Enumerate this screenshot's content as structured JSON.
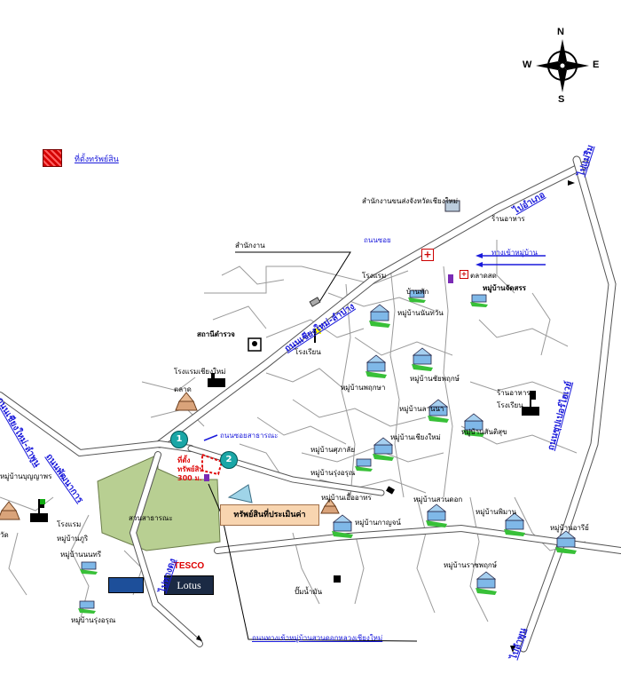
{
  "compass": {
    "n": "N",
    "s": "S",
    "e": "E",
    "w": "W"
  },
  "legend": {
    "text": "ที่ตั้งทรัพย์สิน"
  },
  "subject": {
    "label": "ทรัพย์สินที่ประเมินค่า"
  },
  "park": {
    "label": "สวนสาธารณะ"
  },
  "brands": {
    "tesco": "TESCO",
    "lotus": "Lotus",
    "blue": ""
  },
  "roads": {
    "ring_road": "ถนนพัฒนาการ",
    "main_road": "ถนนเชียงใหม่-ลำปาง",
    "east_road": "ถนนซุปเปอร์ไฮเวย์",
    "west_road": "ถนนเชียงใหม่-ลำพูน",
    "to_top_right": "ไปอำเภอ",
    "to_top": "ไปแม่ริม",
    "to_bottom_left": "ไปหางดง",
    "to_bottom": "ไปลำพูน"
  },
  "labels": {
    "a1": "สำนักงานขนส่งจังหวัดเชียงใหม่",
    "a2": "ร้านอาหาร",
    "a3": "โรงแรม",
    "a4": "บ้านพัก",
    "a5": "หมู่บ้านจัดสรร",
    "a6": "หมู่บ้านนันทวัน",
    "a7": "หมู่บ้านพฤกษา",
    "a8": "หมู่บ้านชัยพฤกษ์",
    "a9": "โรงเรียน",
    "a10": "หมู่บ้านลานนา",
    "a11": "หมู่บ้านสันติสุข",
    "a12": "หมู่บ้านเชียงใหม่",
    "a13": "หมู่บ้านศุภาลัย",
    "a14": "หมู่บ้านรุ่งอรุณ",
    "a15": "หมู่บ้านบุญญาพร",
    "a16": "ตลาด",
    "a17": "สถานีตำรวจ",
    "a18": "วัด",
    "a19": "โรงแรมเชียงใหม่",
    "a20": "หมู่บ้านเอื้ออาทร",
    "a21": "หมู่บ้านสวนดอก",
    "a22": "หมู่บ้านพิมาน",
    "a23": "ปั๊มน้ำมัน",
    "a24": "หมู่บ้านกาญจน์",
    "a25": "หมู่บ้านราชพฤกษ์",
    "a26": "หมู่บ้านภูริ",
    "a27": "หมู่บ้านนนทรี",
    "a28": "สำนักงาน",
    "a29": "ตลาดสด",
    "a30": "หมู่บ้านอารีย์",
    "red_marker": "ที่ตั้งทรัพย์สิน 300 ม.",
    "blue_top": "ถนนซอย",
    "blue_right": "ทางเข้าหมู่บ้าน",
    "blue_mid": "ถนนซอยสาธารณะ",
    "bottom_link": "ถนนทางเข้าหมู่บ้านสวนดอกหลวงเชียงใหม่",
    "route1": "1",
    "route2": "2"
  },
  "colors": {
    "road": "#ffffff",
    "road_edge": "#555555",
    "minor_road": "#9a9a9a",
    "park": "#b8cf92",
    "subject_box": "#f8d5b0",
    "accent_blue": "#1a1adb",
    "marker_red": "#e01010"
  }
}
